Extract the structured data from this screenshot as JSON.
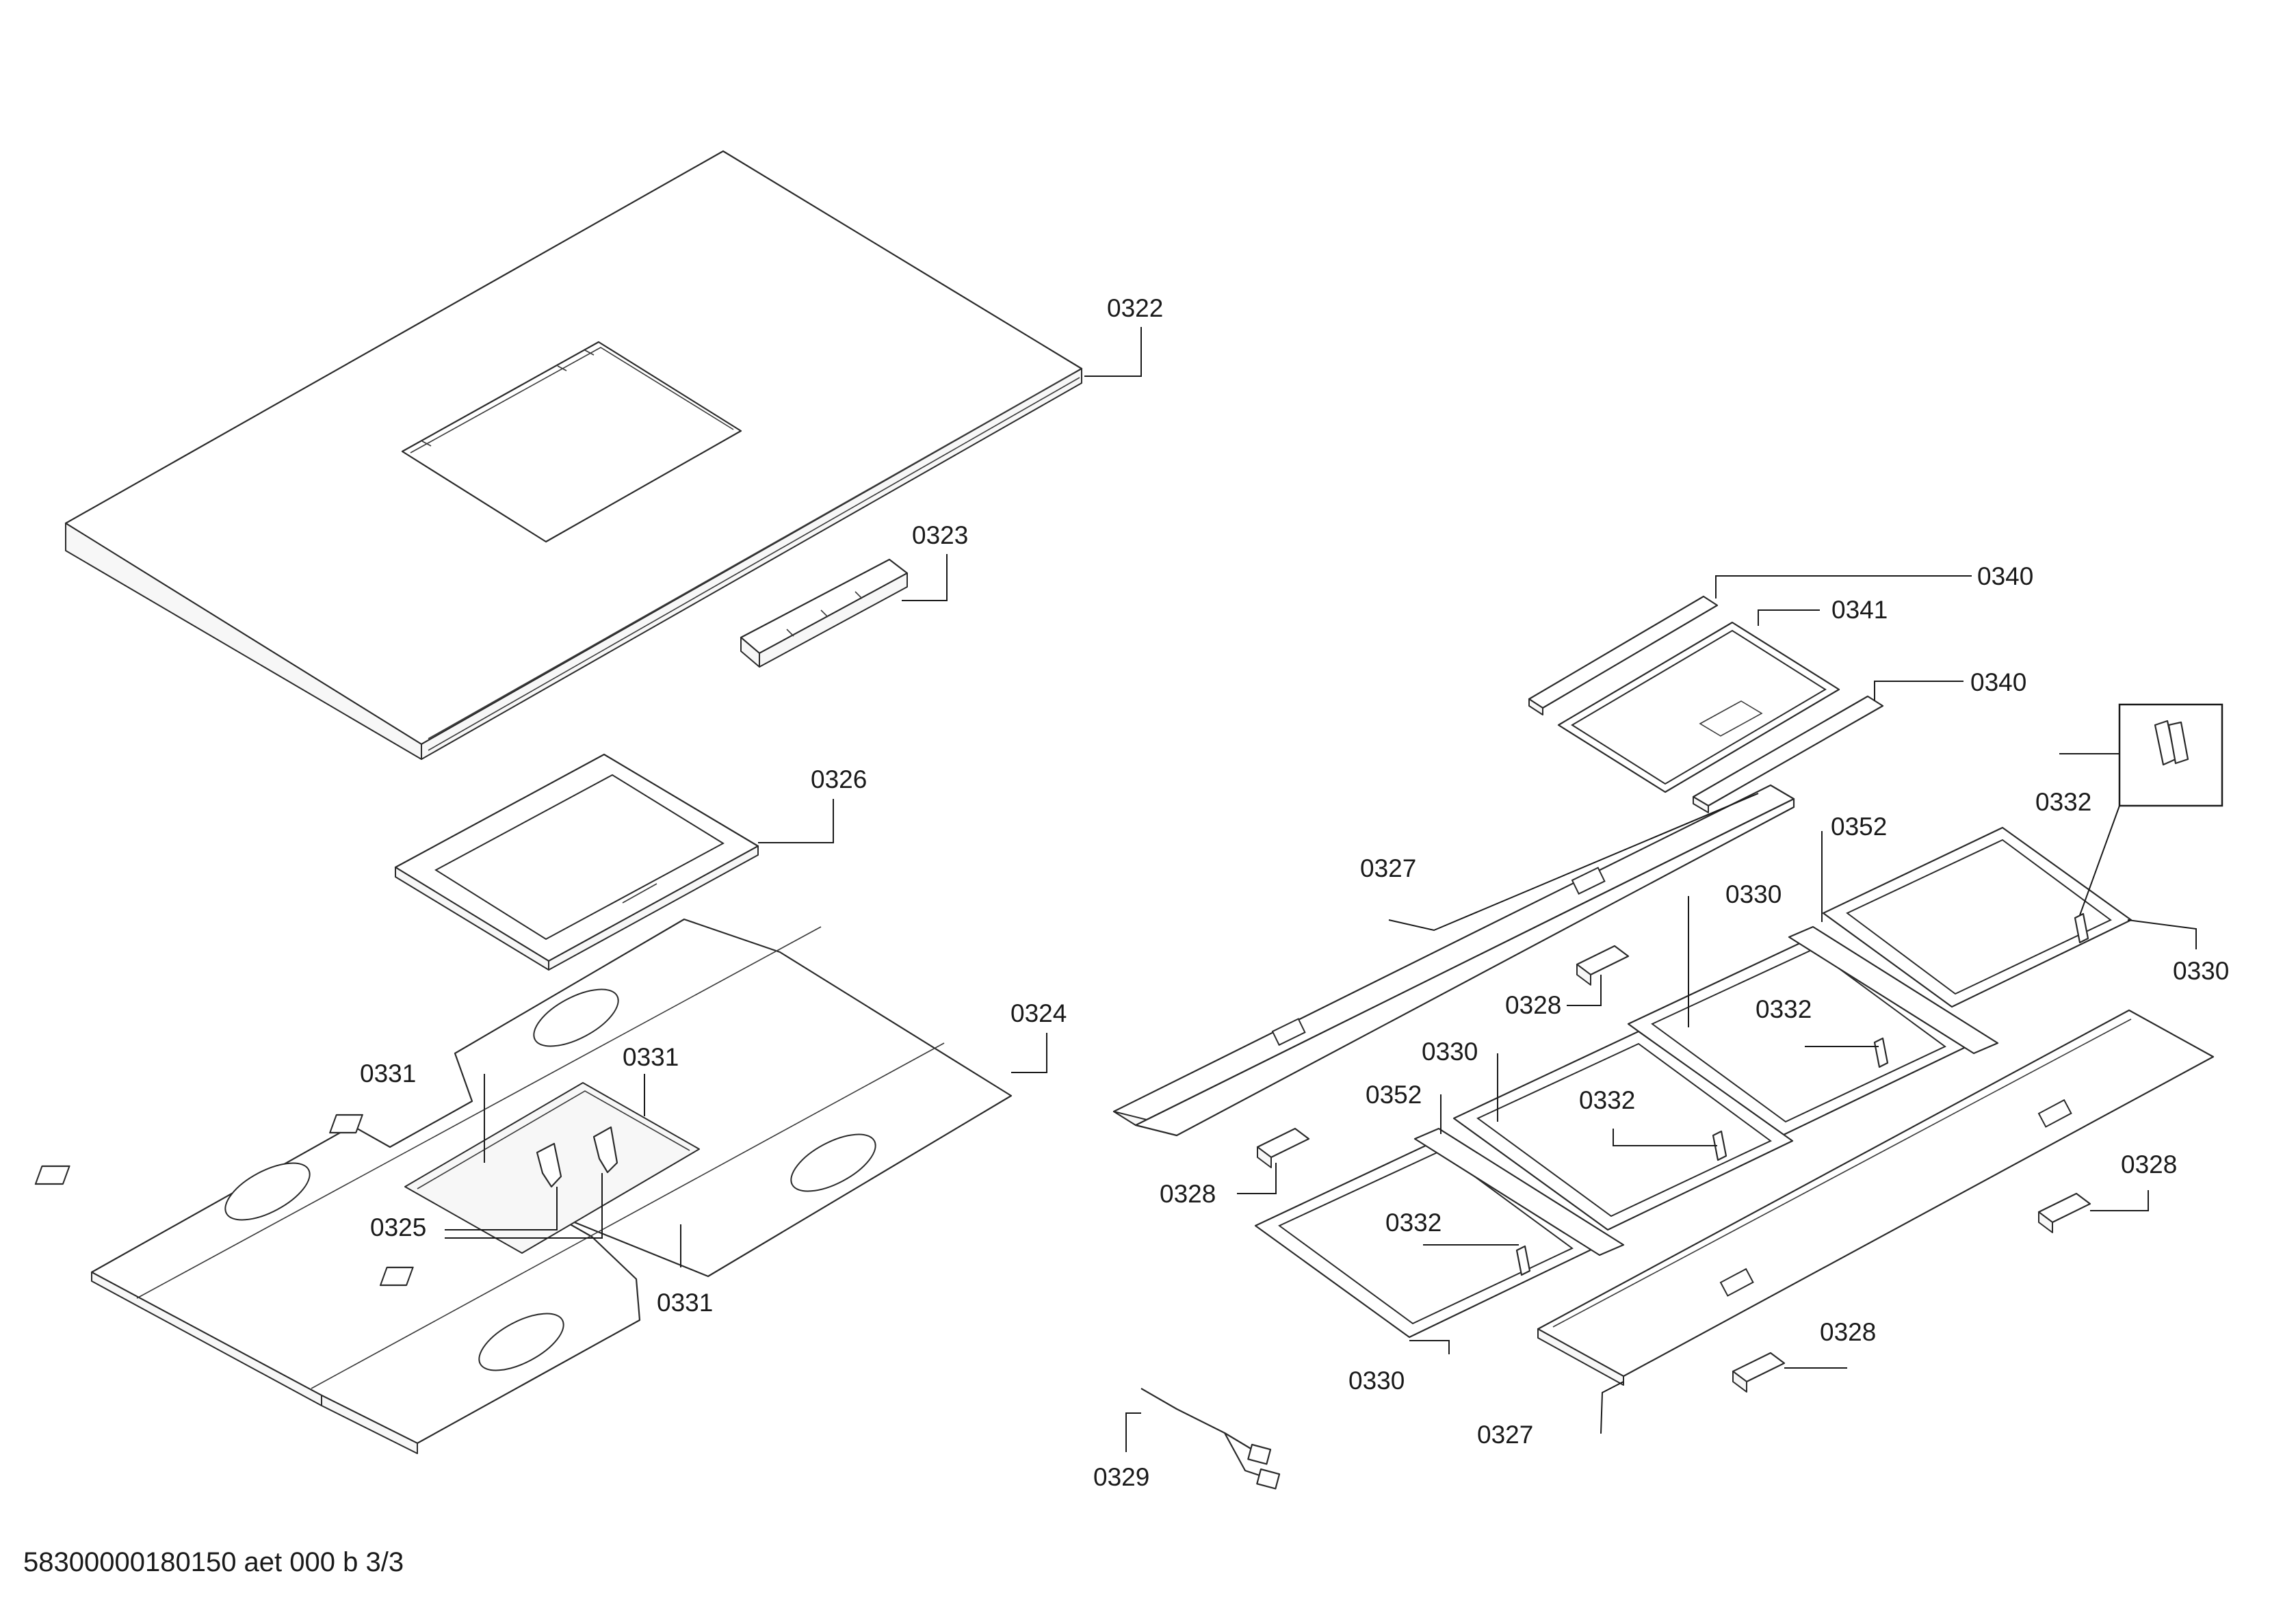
{
  "labels": {
    "l0322": "0322",
    "l0323": "0323",
    "l0326": "0326",
    "l0324": "0324",
    "l0331a": "0331",
    "l0331b": "0331",
    "l0331c": "0331",
    "l0325": "0325",
    "l0340a": "0340",
    "l0341": "0341",
    "l0340b": "0340",
    "l0332a": "0332",
    "l0327a": "0327",
    "l0352a": "0352",
    "l0330a": "0330",
    "l0330b": "0330",
    "l0328a": "0328",
    "l0332b": "0332",
    "l0330c": "0330",
    "l0352b": "0352",
    "l0332c": "0332",
    "l0328b": "0328",
    "l0332d": "0332",
    "l0328c": "0328",
    "l0330d": "0330",
    "l0328d": "0328",
    "l0327b": "0327",
    "l0329": "0329"
  },
  "footer": "58300000180150 aet 000 b 3/3"
}
